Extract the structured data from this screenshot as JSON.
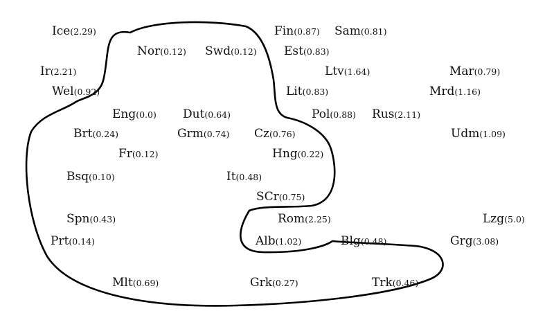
{
  "labels": [
    {
      "id": "ice",
      "abbr": "Ice",
      "value": "(2.29)"
    },
    {
      "id": "fin",
      "abbr": "Fin",
      "value": "(0.87)"
    },
    {
      "id": "sam",
      "abbr": "Sam",
      "value": "(0.81)"
    },
    {
      "id": "nor",
      "abbr": "Nor",
      "value": "(0.12)"
    },
    {
      "id": "swd",
      "abbr": "Swd",
      "value": "(0.12)"
    },
    {
      "id": "est",
      "abbr": "Est",
      "value": "(0.83)"
    },
    {
      "id": "ir",
      "abbr": "Ir",
      "value": "(2.21)"
    },
    {
      "id": "ltv",
      "abbr": "Ltv",
      "value": "(1.64)"
    },
    {
      "id": "mar",
      "abbr": "Mar",
      "value": "(0.79)"
    },
    {
      "id": "wel",
      "abbr": "Wel",
      "value": "(0.92)"
    },
    {
      "id": "lit",
      "abbr": "Lit",
      "value": "(0.83)"
    },
    {
      "id": "mrd",
      "abbr": "Mrd",
      "value": "(1.16)"
    },
    {
      "id": "eng",
      "abbr": "Eng",
      "value": "(0.0)"
    },
    {
      "id": "dut",
      "abbr": "Dut",
      "value": "(0.64)"
    },
    {
      "id": "pol",
      "abbr": "Pol",
      "value": "(0.88)"
    },
    {
      "id": "rus",
      "abbr": "Rus",
      "value": "(2.11)"
    },
    {
      "id": "brt",
      "abbr": "Brt",
      "value": "(0.24)"
    },
    {
      "id": "grm",
      "abbr": "Grm",
      "value": "(0.74)"
    },
    {
      "id": "cz",
      "abbr": "Cz",
      "value": "(0.76)"
    },
    {
      "id": "udm",
      "abbr": "Udm",
      "value": "(1.09)"
    },
    {
      "id": "fr",
      "abbr": "Fr",
      "value": "(0.12)"
    },
    {
      "id": "hng",
      "abbr": "Hng",
      "value": "(0.22)"
    },
    {
      "id": "bsq",
      "abbr": "Bsq",
      "value": "(0.10)"
    },
    {
      "id": "it",
      "abbr": "It",
      "value": "(0.48)"
    },
    {
      "id": "scr",
      "abbr": "SCr",
      "value": "(0.75)"
    },
    {
      "id": "spn",
      "abbr": "Spn",
      "value": "(0.43)"
    },
    {
      "id": "rom",
      "abbr": "Rom",
      "value": "(2.25)"
    },
    {
      "id": "lzg",
      "abbr": "Lzg",
      "value": "(5.0)"
    },
    {
      "id": "prt",
      "abbr": "Prt",
      "value": "(0.14)"
    },
    {
      "id": "alb",
      "abbr": "Alb",
      "value": "(1.02)"
    },
    {
      "id": "blg",
      "abbr": "Blg",
      "value": "(0.48)"
    },
    {
      "id": "grg",
      "abbr": "Grg",
      "value": "(3.08)"
    },
    {
      "id": "mlt",
      "abbr": "Mlt",
      "value": "(0.69)"
    },
    {
      "id": "grk",
      "abbr": "Grk",
      "value": "(0.27)"
    },
    {
      "id": "trk",
      "abbr": "Trk",
      "value": "(0.46)"
    }
  ],
  "colors": {
    "text": "#111111",
    "boundary": "#000000",
    "background": "#ffffff"
  }
}
